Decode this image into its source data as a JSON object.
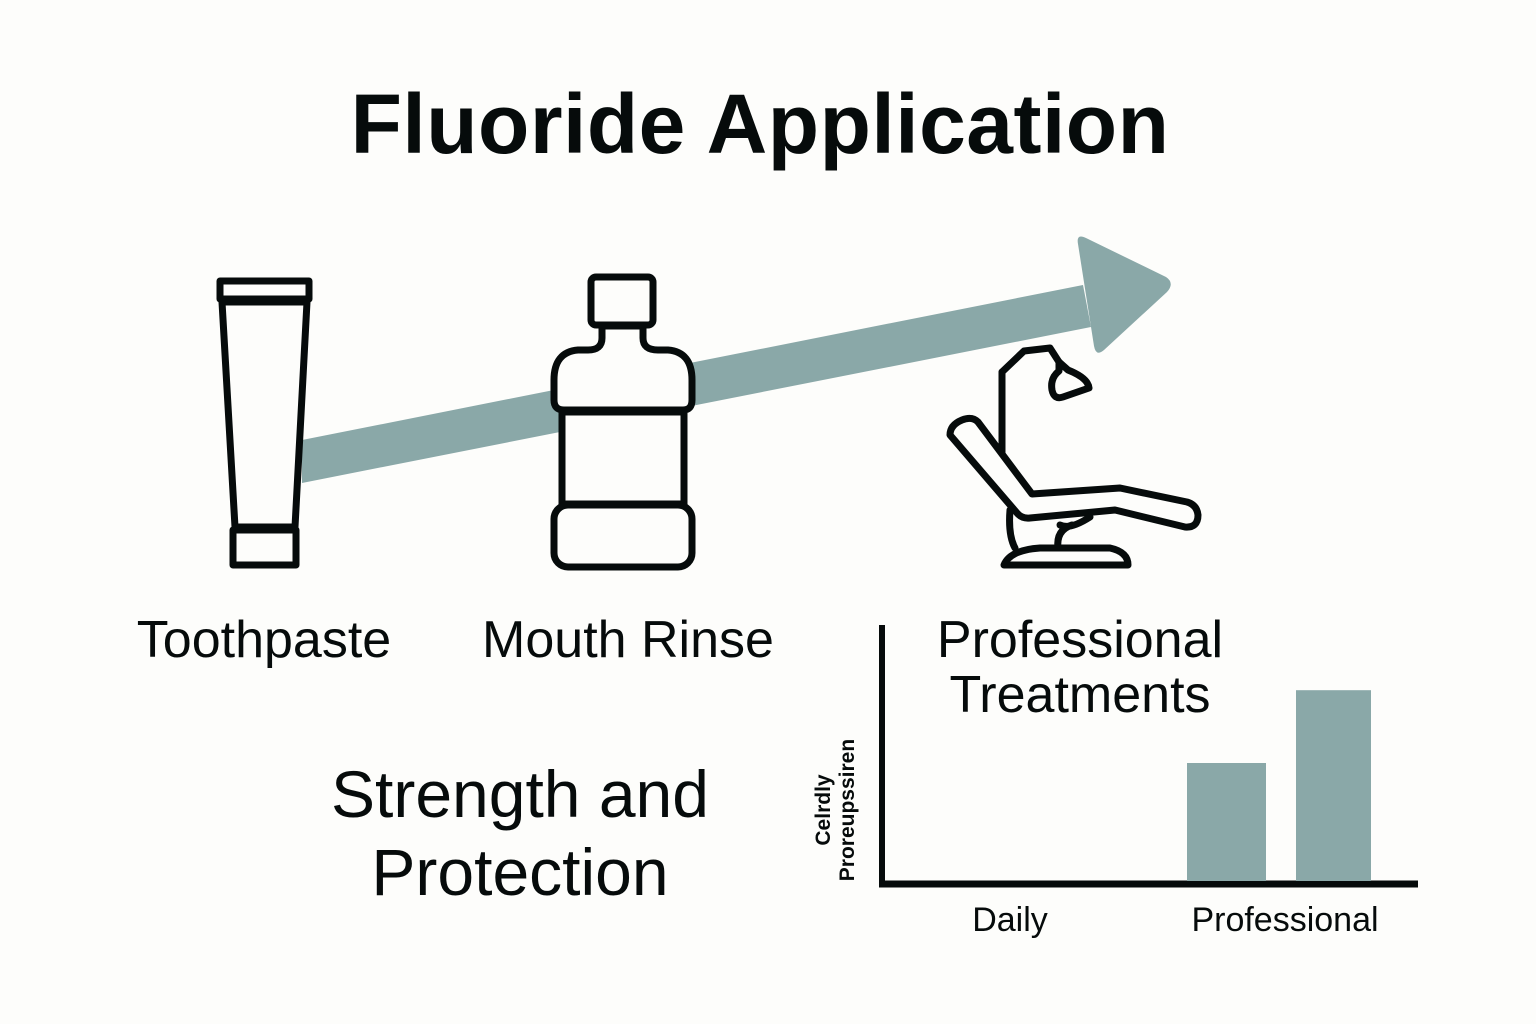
{
  "title": "Fluoride Application",
  "colors": {
    "background": "#fdfdfb",
    "ink": "#060b0b",
    "accent": "#8aa8a8"
  },
  "steps": [
    {
      "label": "Toothpaste",
      "icon": "toothpaste-tube-icon"
    },
    {
      "label": "Mouth Rinse",
      "icon": "mouthwash-bottle-icon"
    },
    {
      "label_line1": "Professional",
      "label_line2": "Treatments",
      "icon": "dental-chair-icon"
    }
  ],
  "progress_arrow": {
    "icon": "arrow-right-icon",
    "direction": "up-right"
  },
  "outcome": {
    "line1": "Strength and",
    "line2": "Protection"
  },
  "chart_data": {
    "type": "bar",
    "title": "",
    "xlabel": "",
    "ylabel_line1": "Celrdly",
    "ylabel_line2": "Proreupssiren",
    "categories": [
      "Daily",
      "Professional"
    ],
    "series": [
      {
        "name": "bar-1",
        "values": [
          0,
          0.47
        ]
      },
      {
        "name": "bar-2",
        "values": [
          0,
          0.76
        ]
      }
    ],
    "ylim": [
      0,
      1
    ],
    "grid": false,
    "legend": "none"
  }
}
